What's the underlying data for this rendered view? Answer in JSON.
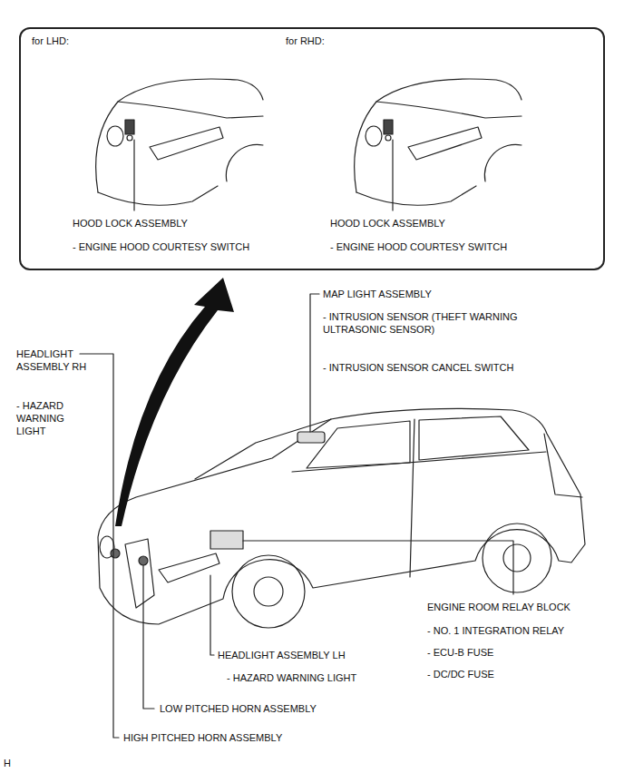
{
  "diagram": {
    "nodes": [
      {
        "text": [
          "for LHD:",
          "HOOD LOCK ASSEMBLY",
          "- ENGINE HOOD COURTESY SWITCH",
          "for RHD:",
          "HOOD LOCK ASSEMBLY",
          "- ENGINE HOOD COURTESY SWITCH"
        ]
      }
    ],
    "labels": [
      "MAP LIGHT ASSEMBLY",
      "- INTRUSION SENSOR (THEFT WARNING ULTRASONIC SENSOR)",
      "- INTRUSION SENSOR CANCEL SWITCH",
      "HEADLIGHT ASSEMBLY RH",
      "- HAZARD WARNING LIGHT",
      "ENGINE ROOM RELAY BLOCK",
      "- NO. 1 INTEGRATION RELAY",
      "- ECU-B FUSE",
      "- DC/DC FUSE",
      "HEADLIGHT ASSEMBLY LH",
      "- HAZARD WARNING LIGHT",
      "LOW PITCHED HORN ASSEMBLY",
      "HIGH PITCHED HORN ASSEMBLY",
      "H"
    ]
  }
}
